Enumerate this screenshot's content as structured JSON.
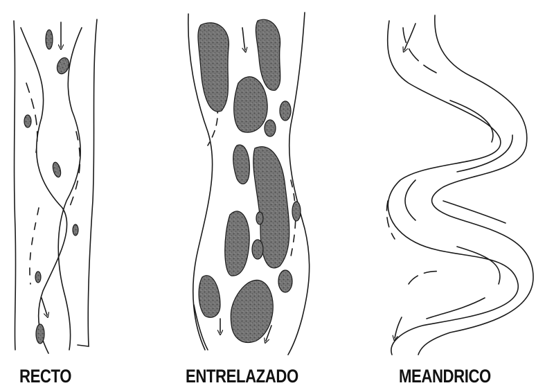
{
  "diagram": {
    "panels": [
      {
        "id": "recto",
        "label": "RECTO"
      },
      {
        "id": "entrelazado",
        "label": "ENTRELAZADO"
      },
      {
        "id": "meandrico",
        "label": "MEANDRICO"
      }
    ]
  },
  "colors": {
    "line": "#1a1a1a",
    "bar_fill": "#6e6e6e",
    "bar_texture": "#4a4a4a",
    "background": "#ffffff"
  }
}
